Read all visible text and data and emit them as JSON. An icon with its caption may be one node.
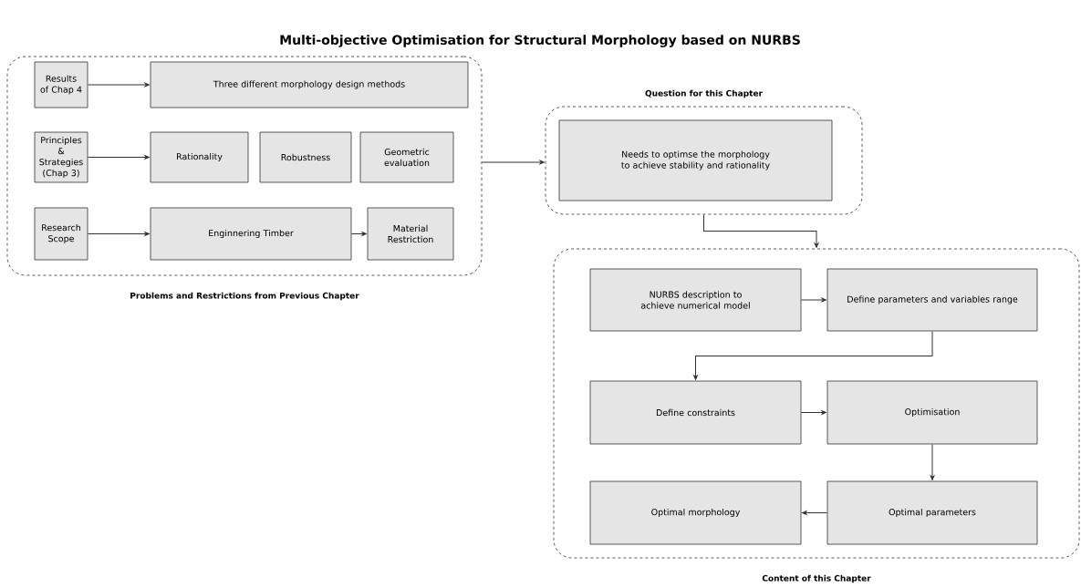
{
  "diagram": {
    "title": "Multi-objective Optimisation for Structural Morphology based on NURBS",
    "nodes": [
      {
        "text": [
          "Problems and Restrictions from Previous Chapter"
        ]
      },
      {
        "text": [
          "Results of Chap 4"
        ],
        "in": 0
      },
      {
        "text": [
          "Three different morphology design methods"
        ],
        "in": 0
      },
      {
        "text": [
          "Principles & Strategies (Chap 3)"
        ],
        "in": 0
      },
      {
        "text": [
          "Rationality"
        ],
        "in": 0
      },
      {
        "text": [
          "Robustness"
        ],
        "in": 0
      },
      {
        "text": [
          "Geometric evaluation"
        ],
        "in": 0
      },
      {
        "text": [
          "Research Scope"
        ],
        "in": 0
      },
      {
        "text": [
          "Enginnering Timber"
        ],
        "in": 0
      },
      {
        "text": [
          "Material Restriction"
        ],
        "in": 0
      },
      {
        "text": [
          "Question for this Chapter"
        ]
      },
      {
        "text": [
          "Needs to optimse the morphology to achieve stability and rationality"
        ],
        "in": 10
      },
      {
        "text": [
          "Content of this Chapter"
        ]
      },
      {
        "text": [
          "NURBS description to achieve numerical model"
        ],
        "in": 12
      },
      {
        "text": [
          "Define parameters and variables range"
        ],
        "in": 12
      },
      {
        "text": [
          "Define constraints"
        ],
        "in": 12
      },
      {
        "text": [
          "Optimisation"
        ],
        "in": 12
      },
      {
        "text": [
          "Optimal morphology"
        ],
        "in": 12
      },
      {
        "text": [
          "Optimal parameters"
        ],
        "in": 12
      }
    ],
    "edges": [
      {
        "from": 1,
        "to": 2,
        "arrow": "to"
      },
      {
        "from": 3,
        "to": 4,
        "arrow": "to"
      },
      {
        "from": 7,
        "to": 8,
        "arrow": "to"
      },
      {
        "from": 8,
        "to": 9,
        "arrow": "to"
      },
      {
        "from": 0,
        "to": 10,
        "arrow": "to"
      },
      {
        "from": 10,
        "to": 12,
        "arrow": "to"
      },
      {
        "from": 13,
        "to": 14,
        "arrow": "to"
      },
      {
        "from": 14,
        "to": 15,
        "arrow": "to"
      },
      {
        "from": 15,
        "to": 16,
        "arrow": "to"
      },
      {
        "from": 16,
        "to": 18,
        "arrow": "to"
      },
      {
        "from": 18,
        "to": 17,
        "arrow": "to"
      }
    ]
  }
}
